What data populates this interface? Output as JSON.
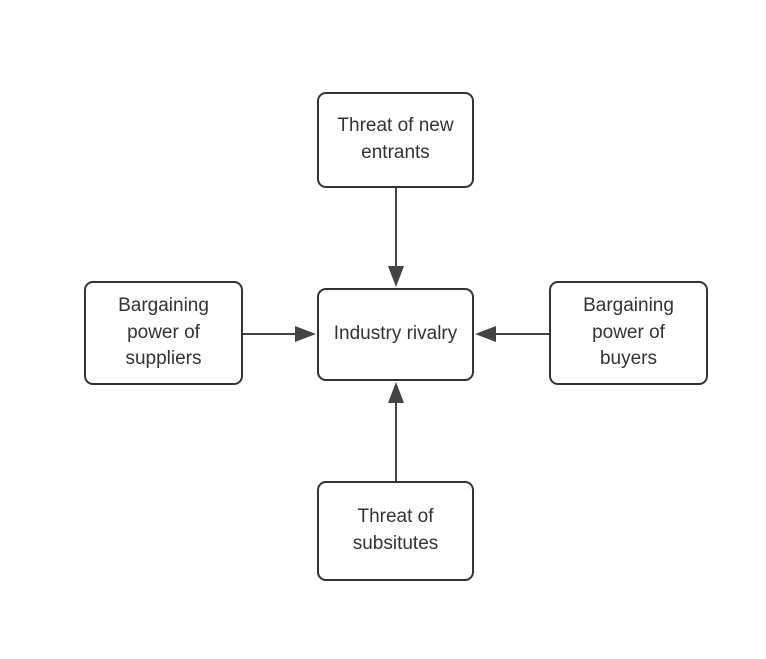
{
  "diagram": {
    "type": "porter-five-forces",
    "background_color": "#ffffff",
    "node_stroke_color": "#333333",
    "node_fill_color": "#ffffff",
    "text_color": "#333333",
    "edge_color": "#444444",
    "nodes": [
      {
        "id": "threat-new-entrants",
        "label": "Threat of new\nentrants",
        "position": "top"
      },
      {
        "id": "bargaining-power-suppliers",
        "label": "Bargaining\npower of\nsuppliers",
        "position": "left"
      },
      {
        "id": "industry-rivalry",
        "label": "Industry rivalry",
        "position": "center"
      },
      {
        "id": "bargaining-power-buyers",
        "label": "Bargaining\npower of\nbuyers",
        "position": "right"
      },
      {
        "id": "threat-substitutes",
        "label": "Threat of\nsubsitutes",
        "position": "bottom"
      }
    ],
    "edges": [
      {
        "id": "edge-entrants-to-rivalry",
        "from": "threat-new-entrants",
        "to": "industry-rivalry",
        "direction": "down"
      },
      {
        "id": "edge-suppliers-to-rivalry",
        "from": "bargaining-power-suppliers",
        "to": "industry-rivalry",
        "direction": "right"
      },
      {
        "id": "edge-buyers-to-rivalry",
        "from": "bargaining-power-buyers",
        "to": "industry-rivalry",
        "direction": "left"
      },
      {
        "id": "edge-substitutes-to-rivalry",
        "from": "threat-substitutes",
        "to": "industry-rivalry",
        "direction": "up"
      }
    ]
  }
}
